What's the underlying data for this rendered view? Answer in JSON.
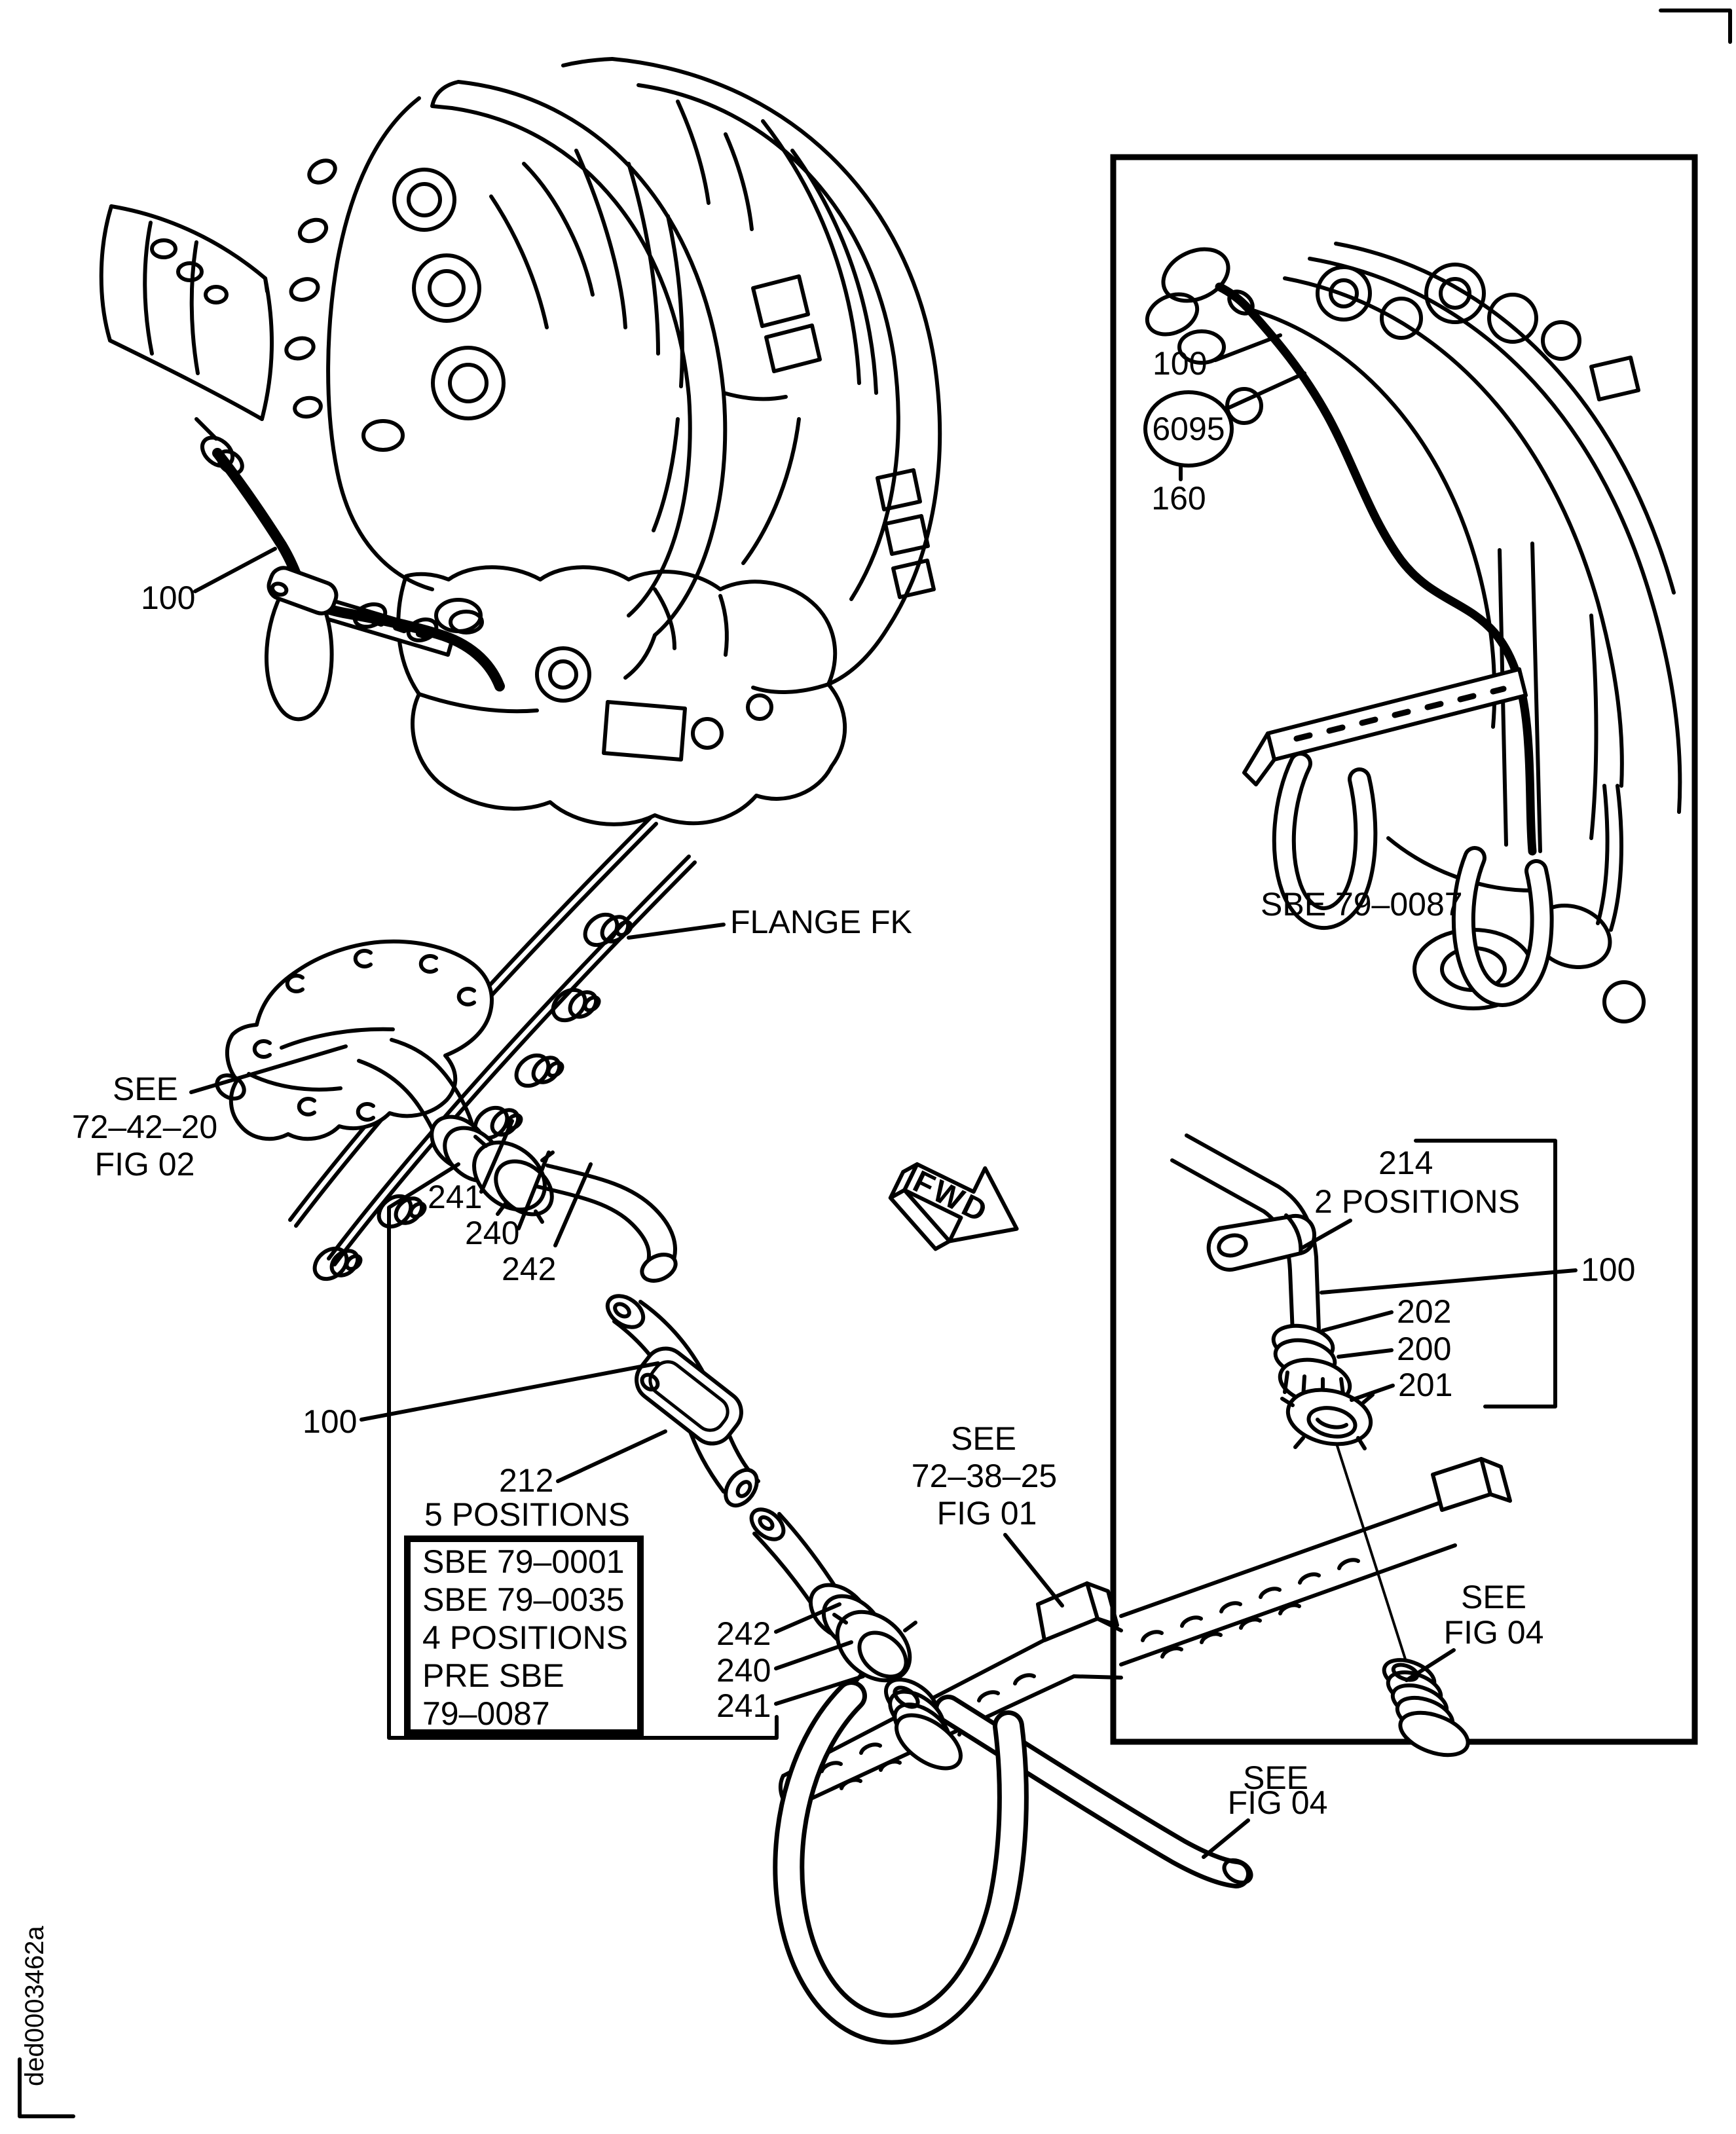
{
  "artwork": {
    "code": "ded0003462a",
    "ink": "#000000",
    "paper": "#ffffff"
  },
  "fwd_marker": "FWD",
  "engine_view": {
    "tube": "100"
  },
  "flange_view": {
    "title": "FLANGE FK",
    "ref": {
      "l1": "SEE",
      "l2": "72–42–20",
      "l3": "FIG 02"
    },
    "nut": "241",
    "union": "240",
    "hose": "242"
  },
  "install_view": {
    "tube": "100",
    "clamp": "212",
    "note": "5 POSITIONS",
    "sbe": {
      "l1": "SBE 79–0001",
      "l2": "SBE 79–0035",
      "l3": "4 POSITIONS",
      "l4": "PRE SBE",
      "l5": "79–0087"
    },
    "hose": "242",
    "union": "240",
    "nut": "241",
    "ref": {
      "l1": "SEE",
      "l2": "72–38–25",
      "l3": "FIG 01"
    },
    "fig04": {
      "l1": "SEE",
      "l2": "FIG 04"
    }
  },
  "detail_box": {
    "tube": "100",
    "balloon": "6095",
    "item": "160",
    "sbe": "SBE 79–0087",
    "clamp": "214",
    "note": "2 POSITIONS",
    "tube2": "100",
    "seal": "202",
    "union": "200",
    "nut": "201",
    "fig04": {
      "l1": "SEE",
      "l2": "FIG 04"
    }
  }
}
